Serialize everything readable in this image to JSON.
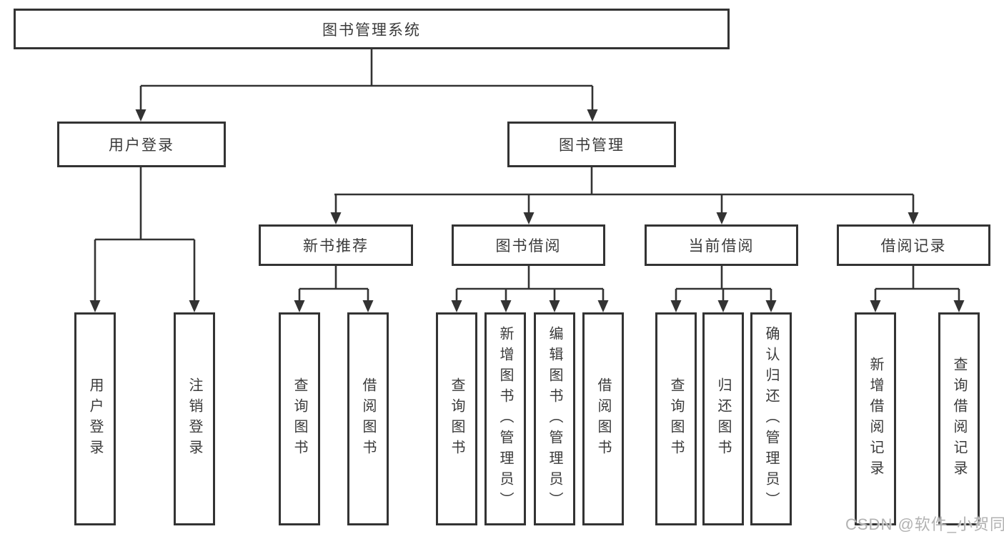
{
  "page": {
    "background": "#ffffff"
  },
  "colors": {
    "line": "#333333",
    "box_border": "#333333",
    "text": "#3a3a3a",
    "watermark": "#b2b2b2"
  },
  "watermark": {
    "text": "CSDN @软件_小贺同学"
  },
  "diagram": {
    "type": "tree",
    "root": {
      "label": "图书管理系统"
    },
    "level2": [
      {
        "label": "用户登录"
      },
      {
        "label": "图书管理"
      }
    ],
    "level3": [
      {
        "label": "新书推荐"
      },
      {
        "label": "图书借阅"
      },
      {
        "label": "当前借阅"
      },
      {
        "label": "借阅记录"
      }
    ],
    "leaf_groups": [
      {
        "parent": "用户登录",
        "items": [
          "用户登录",
          "注销登录"
        ]
      },
      {
        "parent": "新书推荐",
        "items": [
          "查询图书",
          "借阅图书"
        ]
      },
      {
        "parent": "图书借阅",
        "items": [
          "查询图书",
          "新增图书（管理员）",
          "编辑图书（管理员）",
          "借阅图书"
        ]
      },
      {
        "parent": "当前借阅",
        "items": [
          "查询图书",
          "归还图书",
          "确认归还（管理员）"
        ]
      },
      {
        "parent": "借阅记录",
        "items": [
          "新增借阅记录",
          "查询借阅记录"
        ]
      }
    ]
  }
}
